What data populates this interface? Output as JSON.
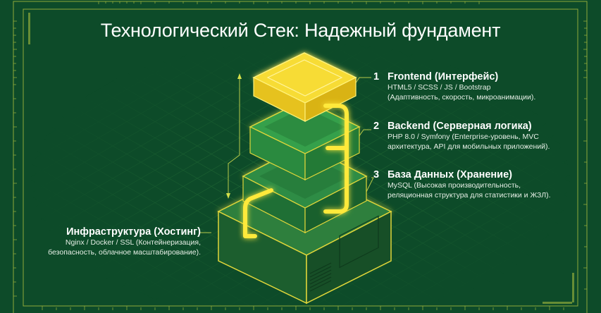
{
  "title": "Технологический Стек: Надежный фундамент",
  "colors": {
    "background": "#0d4b29",
    "frame_lines": "#8faa3a",
    "accent_yellow": "#f5d82a",
    "block_green": "#1f8a3e",
    "text": "#ffffff"
  },
  "layers": [
    {
      "number": "1",
      "name": "Frontend (Интерфейс)",
      "desc_line1": "HTML5 / SCSS / JS / Bootstrap",
      "desc_line2": "(Адаптивность, скорость, микроанимации)."
    },
    {
      "number": "2",
      "name": "Backend (Серверная логика)",
      "desc_line1": "PHP 8.0 / Symfony (Enterprise-уровень, MVC",
      "desc_line2": "архитектура, API для мобильных приложений)."
    },
    {
      "number": "3",
      "name": "База Данных (Хранение)",
      "desc_line1": "MySQL (Высокая производительность,",
      "desc_line2": "реляционная структура для статистики и ЖЗЛ)."
    },
    {
      "number": "",
      "name": "Инфраструктура (Хостинг)",
      "desc_line1": "Nginx / Docker / SSL (Контейнеризация,",
      "desc_line2": "безопасность, облачное масштабирование)."
    }
  ]
}
